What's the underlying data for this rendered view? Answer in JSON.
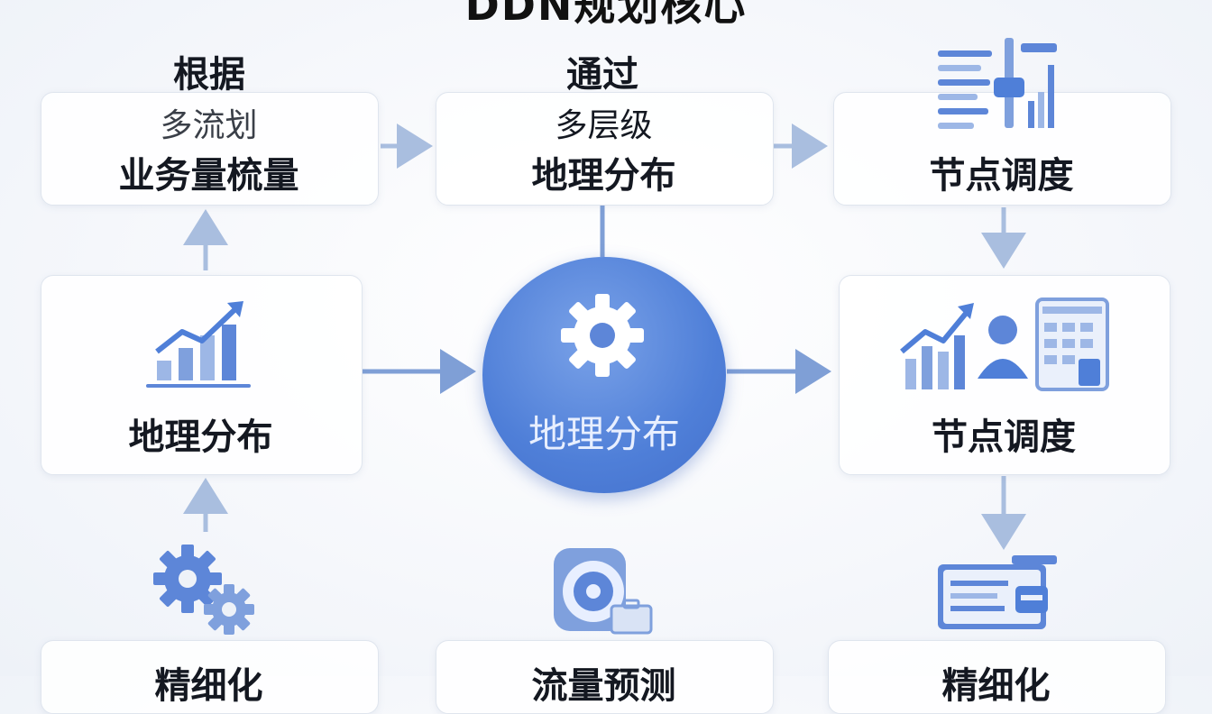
{
  "title": "DDN规划核心",
  "top_left": {
    "heading": "根据",
    "sub": "多流划",
    "main": "业务量梳量"
  },
  "top_mid": {
    "heading": "通过",
    "sub": "多层级",
    "main": "地理分布"
  },
  "top_right": {
    "main": "节点调度"
  },
  "mid_left": {
    "main": "地理分布"
  },
  "center": {
    "main": "地理分布"
  },
  "mid_right": {
    "main": "节点调度"
  },
  "bottom_left": {
    "main": "精细化"
  },
  "bottom_mid": {
    "main": "流量预测"
  },
  "bottom_right": {
    "main": "精细化"
  },
  "colors": {
    "accent": "#4f7fd8",
    "arrow": "#a9bedf",
    "arrow_strong": "#7f9fd6",
    "text": "#141821"
  },
  "icons": {
    "top_right": "dashboard-icon",
    "mid_left": "growth-chart-icon",
    "center": "gear-icon",
    "mid_right": "analytics-team-icon",
    "bottom_left": "gears-icon",
    "bottom_mid": "disc-box-icon",
    "bottom_right": "document-icon"
  }
}
